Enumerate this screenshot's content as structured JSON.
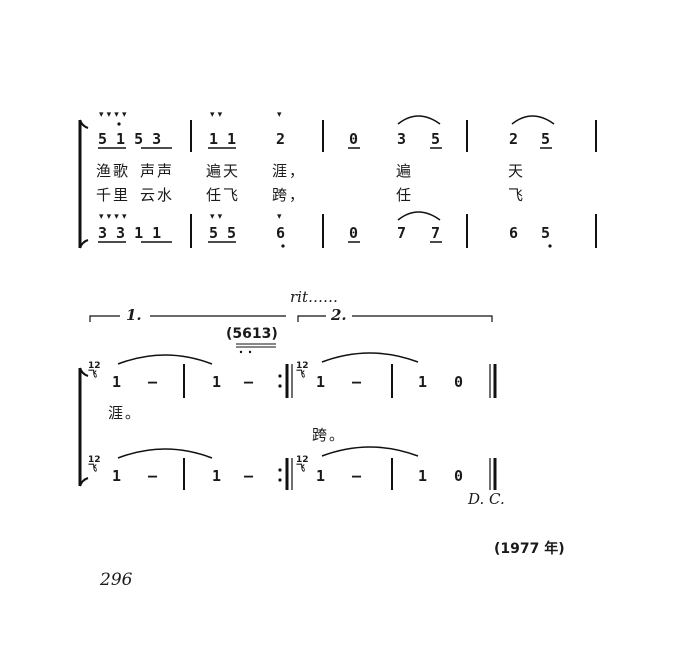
{
  "system1": {
    "marks": [
      "▾ ▾  ▾ ▾",
      "▾ ▾",
      "▾"
    ],
    "upper_notes": [
      "5 1  5 3",
      "1 1",
      "2",
      "0",
      "3",
      "5",
      "2",
      "5"
    ],
    "lyrics1": [
      "渔歌",
      "声声",
      "遍天",
      "涯，",
      "遍",
      "天"
    ],
    "lyrics2": [
      "千里",
      "云水",
      "任飞",
      "跨，",
      "任",
      "飞"
    ],
    "lower_notes": [
      "3 3  1 1",
      "5 5",
      "6",
      "0",
      "7",
      "7",
      "6",
      "5"
    ],
    "lower_marks": [
      "▾ ▾  ▾ ▾",
      "▾ ▾",
      "▾"
    ]
  },
  "system2": {
    "tempo": "rit……",
    "ending1": "1.",
    "ending2": "2.",
    "ornament": "(5613)",
    "time_sig": "12 飞",
    "upper_notes": [
      "1",
      "—",
      "1",
      "—",
      "1",
      "—",
      "1",
      "0"
    ],
    "lyric_end1": "涯。",
    "lyric_end2": "跨。",
    "lower_notes": [
      "1",
      "—",
      "1",
      "—",
      "1",
      "—",
      "1",
      "0"
    ],
    "dc": "D. C."
  },
  "footer": {
    "year": "(1977 年)",
    "page_number": "296"
  }
}
